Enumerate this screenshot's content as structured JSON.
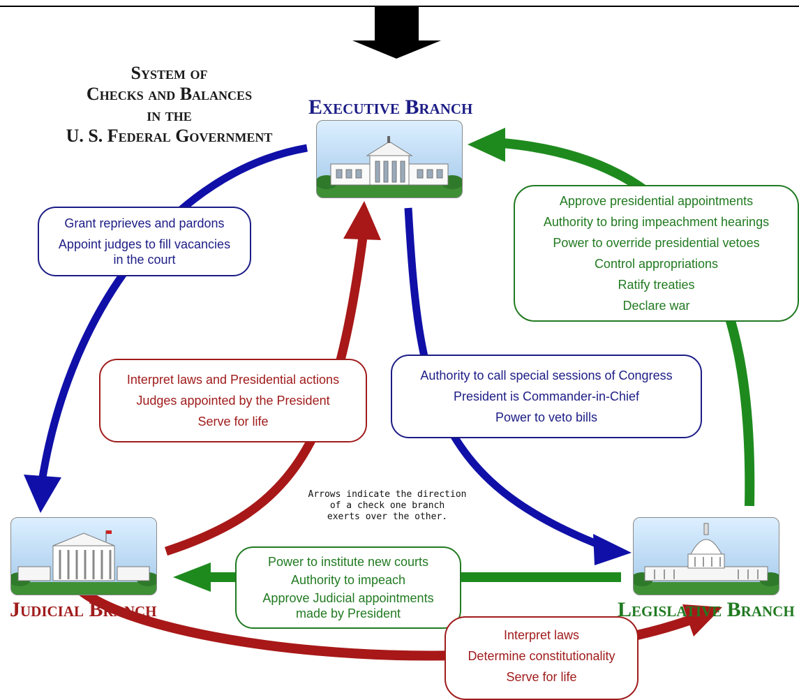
{
  "title": {
    "line1": "System of",
    "line2": "Checks and Balances",
    "line3": "in the",
    "line4": "U. S. Federal Government"
  },
  "branches": {
    "executive": {
      "label": "Executive Branch",
      "color": "#1c1c86",
      "icon": "white-house-icon"
    },
    "judicial": {
      "label": "Judicial Branch",
      "color": "#a01c1c",
      "icon": "supreme-court-icon"
    },
    "legislative": {
      "label": "Legislative Branch",
      "color": "#217a21",
      "icon": "capitol-building-icon"
    }
  },
  "checks": {
    "executive_over_judicial": [
      "Grant reprieves and pardons",
      "Appoint judges to fill vacancies in the court"
    ],
    "legislative_over_executive": [
      "Approve presidential appointments",
      "Authority to bring impeachment hearings",
      "Power to override presidential vetoes",
      "Control appropriations",
      "Ratify treaties",
      "Declare war"
    ],
    "judicial_over_executive": [
      "Interpret laws and Presidential actions",
      "Judges appointed by the President",
      "Serve for life"
    ],
    "executive_over_legislative": [
      "Authority to call special sessions of Congress",
      "President is Commander-in-Chief",
      "Power to veto bills"
    ],
    "legislative_over_judicial": [
      "Power to institute new courts",
      "Authority to impeach",
      "Approve Judicial appointments made by President"
    ],
    "judicial_over_legislative": [
      "Interpret laws",
      "Determine constitutionality",
      "Serve for life"
    ]
  },
  "note": {
    "line1": "Arrows indicate the direction",
    "line2": "of a check one branch",
    "line3": "exerts over the other."
  },
  "colors": {
    "blue": "#1010a8",
    "red": "#a81818",
    "green": "#1e8a1e"
  }
}
